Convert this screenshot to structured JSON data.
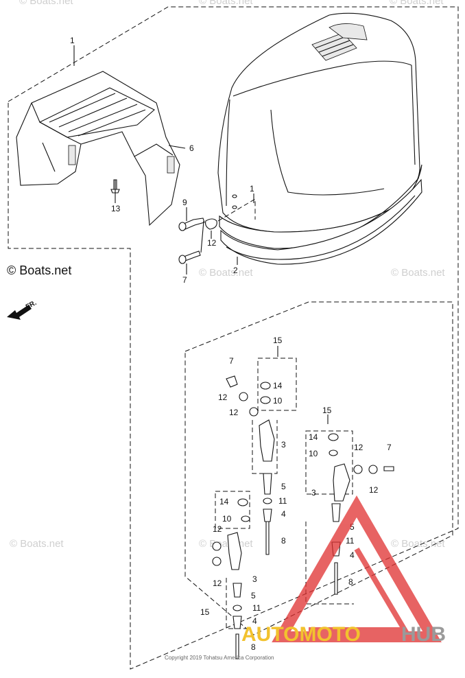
{
  "watermarks": {
    "text": "© Boats.net",
    "brand": "© Boats.net"
  },
  "orientation": {
    "label": "FR."
  },
  "copyright": "Copyright 2019 Tohatsu America Corporation",
  "logo": {
    "part1": "AUTOMOTO",
    "part2": "HUB",
    "color_primary": "#f2c22e",
    "color_secondary": "#9a9a9a",
    "triangle_color": "#e03030"
  },
  "callouts": {
    "c1": "1",
    "c2": "2",
    "c6": "6",
    "c13": "13",
    "c9": "9",
    "c12a": "12",
    "c7a": "7",
    "c1b": "1",
    "c15a": "15",
    "c7b": "7",
    "c12b": "12",
    "c12c": "12",
    "c14a": "14",
    "c10a": "10",
    "c3a": "3",
    "c5a": "5",
    "c11a": "11",
    "c4a": "4",
    "c8a": "8",
    "c15b": "15",
    "c14b": "14",
    "c10b": "10",
    "c12d": "12",
    "c7c": "7",
    "c12e": "12",
    "c3b": "3",
    "c5b": "5",
    "c11b": "11",
    "c4b": "4",
    "c8b": "8",
    "c14c": "14",
    "c10c": "10",
    "c12f": "12",
    "c12g": "12",
    "c3c": "3",
    "c5c": "5",
    "c15c": "15",
    "c11c": "11",
    "c4c": "4",
    "c8c": "8"
  }
}
